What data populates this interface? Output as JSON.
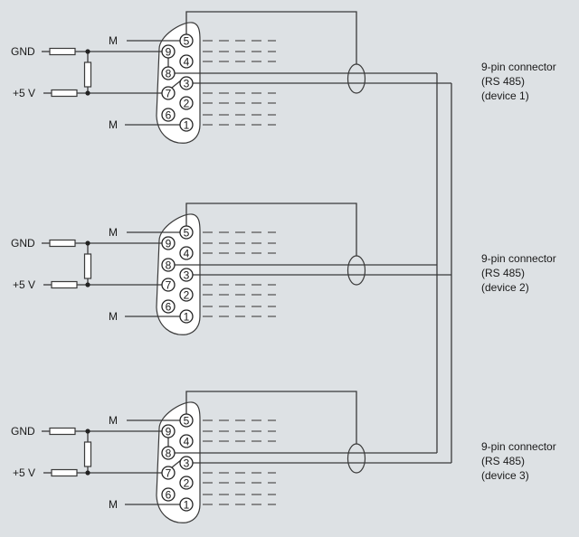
{
  "colors": {
    "background": "#dde1e4",
    "line": "#3a3a3a",
    "component_fill": "#ffffff"
  },
  "devices": [
    {
      "id": 1,
      "label_lines": [
        "9-pin connector",
        "(RS 485)",
        "(device 1)"
      ]
    },
    {
      "id": 2,
      "label_lines": [
        "9-pin connector",
        "(RS 485)",
        "(device 2)"
      ]
    },
    {
      "id": 3,
      "label_lines": [
        "9-pin connector",
        "(RS 485)",
        "(device 3)"
      ]
    }
  ],
  "signals": {
    "gnd": "GND",
    "vcc": "+5 V",
    "m": "M"
  },
  "pins": [
    "5",
    "9",
    "4",
    "8",
    "3",
    "7",
    "2",
    "6",
    "1"
  ]
}
